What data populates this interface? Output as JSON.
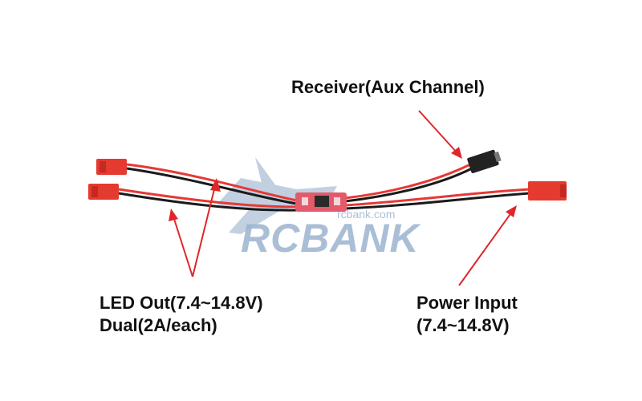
{
  "labels": {
    "receiver": "Receiver(Aux Channel)",
    "led_line1": "LED Out(7.4~14.8V)",
    "led_line2": "Dual(2A/each)",
    "power_line1": "Power Input",
    "power_line2": "(7.4~14.8V)"
  },
  "watermark": {
    "brand": "RCBANK",
    "url": "rcbank.com",
    "color": "#9cb3cf"
  },
  "colors": {
    "arrow": "#e0262a",
    "wire_red": "#e53935",
    "wire_black": "#1a1a1a",
    "connector_red": "#e53a30",
    "servo_black": "#222222",
    "board": "#e35b6a"
  }
}
